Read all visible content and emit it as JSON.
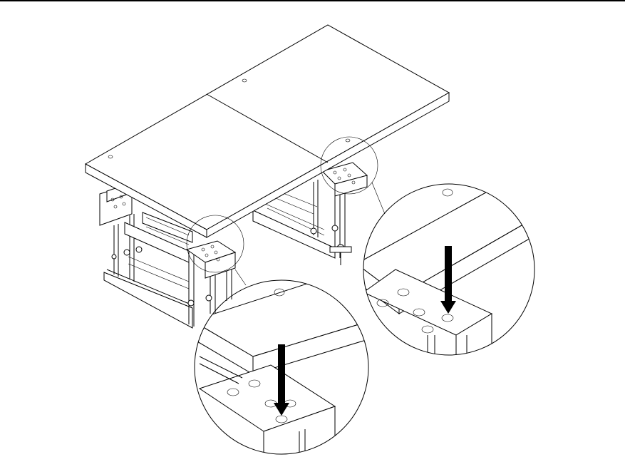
{
  "figure": {
    "description_type": "technical-line-drawing",
    "elements": {
      "tabletop": "tabletop-panel",
      "frame": "support-frame",
      "detail_views": [
        "detail-magnifier-right",
        "detail-magnifier-left"
      ],
      "arrows": [
        "down-arrow-right",
        "down-arrow-left"
      ]
    },
    "colors": {
      "line": "#000000",
      "background": "#ffffff"
    }
  }
}
